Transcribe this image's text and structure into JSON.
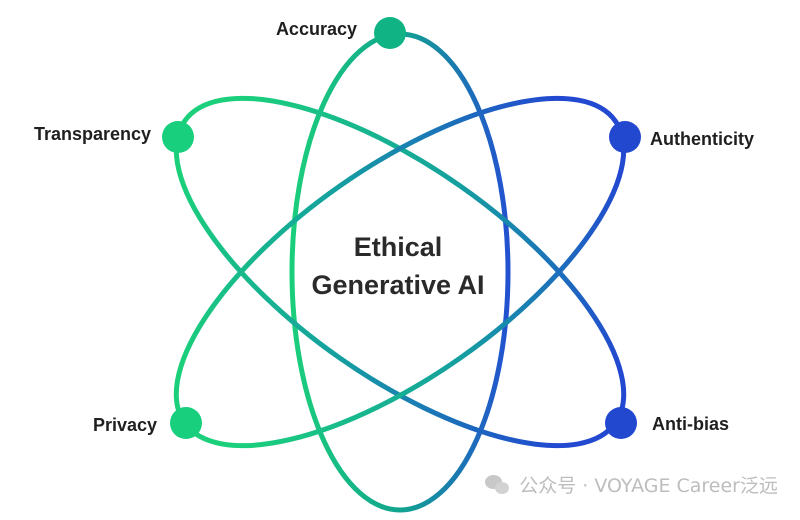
{
  "diagram": {
    "center": {
      "line1": "Ethical",
      "line2": "Generative AI"
    },
    "nodes": {
      "accuracy": "Accuracy",
      "transparency": "Transparency",
      "authenticity": "Authenticity",
      "privacy": "Privacy",
      "anti_bias": "Anti-bias"
    }
  },
  "colors": {
    "green": "#17c97c",
    "teal": "#12a98a",
    "blue": "#2248d0"
  },
  "watermark": {
    "text": "公众号 · VOYAGE Career泛远",
    "icon": "wechat-icon"
  }
}
